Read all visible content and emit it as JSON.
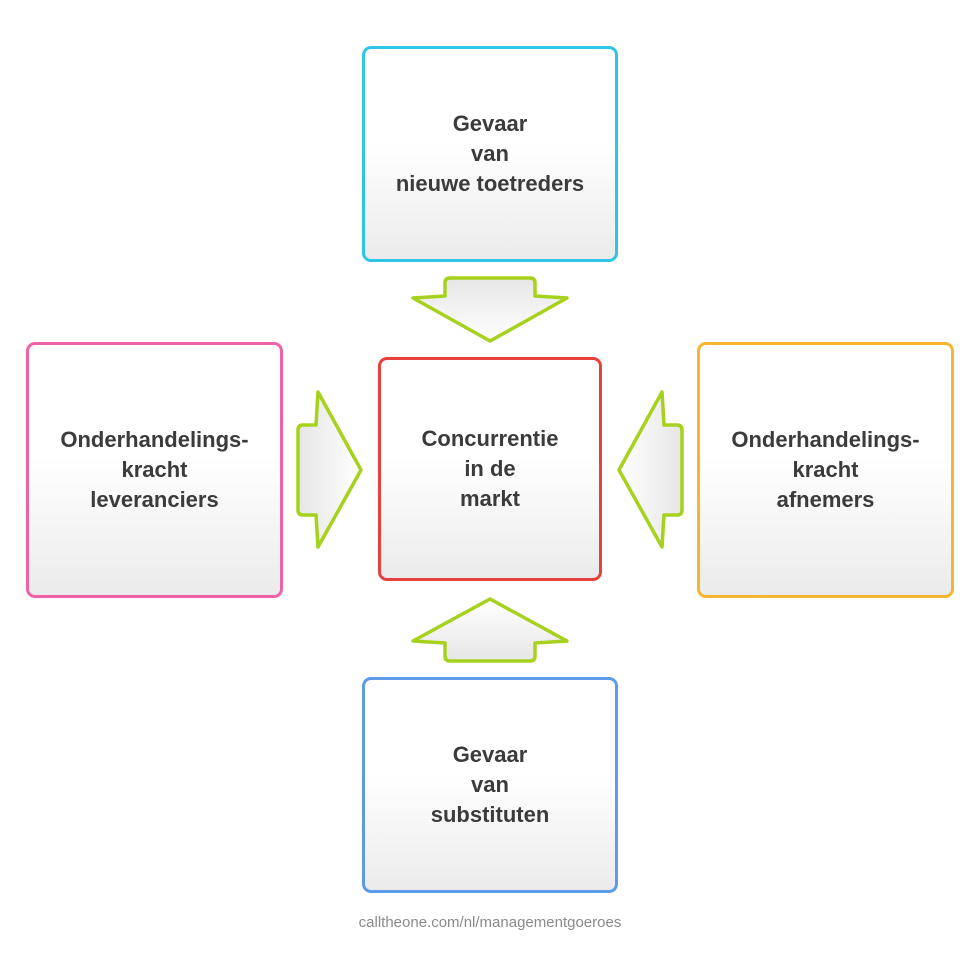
{
  "colors": {
    "new_entrants_border": "#2ec5e6",
    "substitutes_border": "#5b9bea",
    "suppliers_border": "#f062a8",
    "buyers_border": "#f6b530",
    "rivalry_border": "#e8413c",
    "arrow_stroke": "#a6d11c"
  },
  "boxes": {
    "new_entrants": {
      "lines": [
        "Gevaar",
        "van",
        "nieuwe toetreders"
      ]
    },
    "substitutes": {
      "lines": [
        "Gevaar",
        "van",
        "substituten"
      ]
    },
    "suppliers": {
      "lines": [
        "Onderhandelings-",
        "kracht",
        "leveranciers"
      ]
    },
    "buyers": {
      "lines": [
        "Onderhandelings-",
        "kracht",
        "afnemers"
      ]
    },
    "rivalry": {
      "lines": [
        "Concurrentie",
        "in de",
        "markt"
      ]
    }
  },
  "footer": {
    "source": "calltheone.com/nl/managementgoeroes"
  }
}
